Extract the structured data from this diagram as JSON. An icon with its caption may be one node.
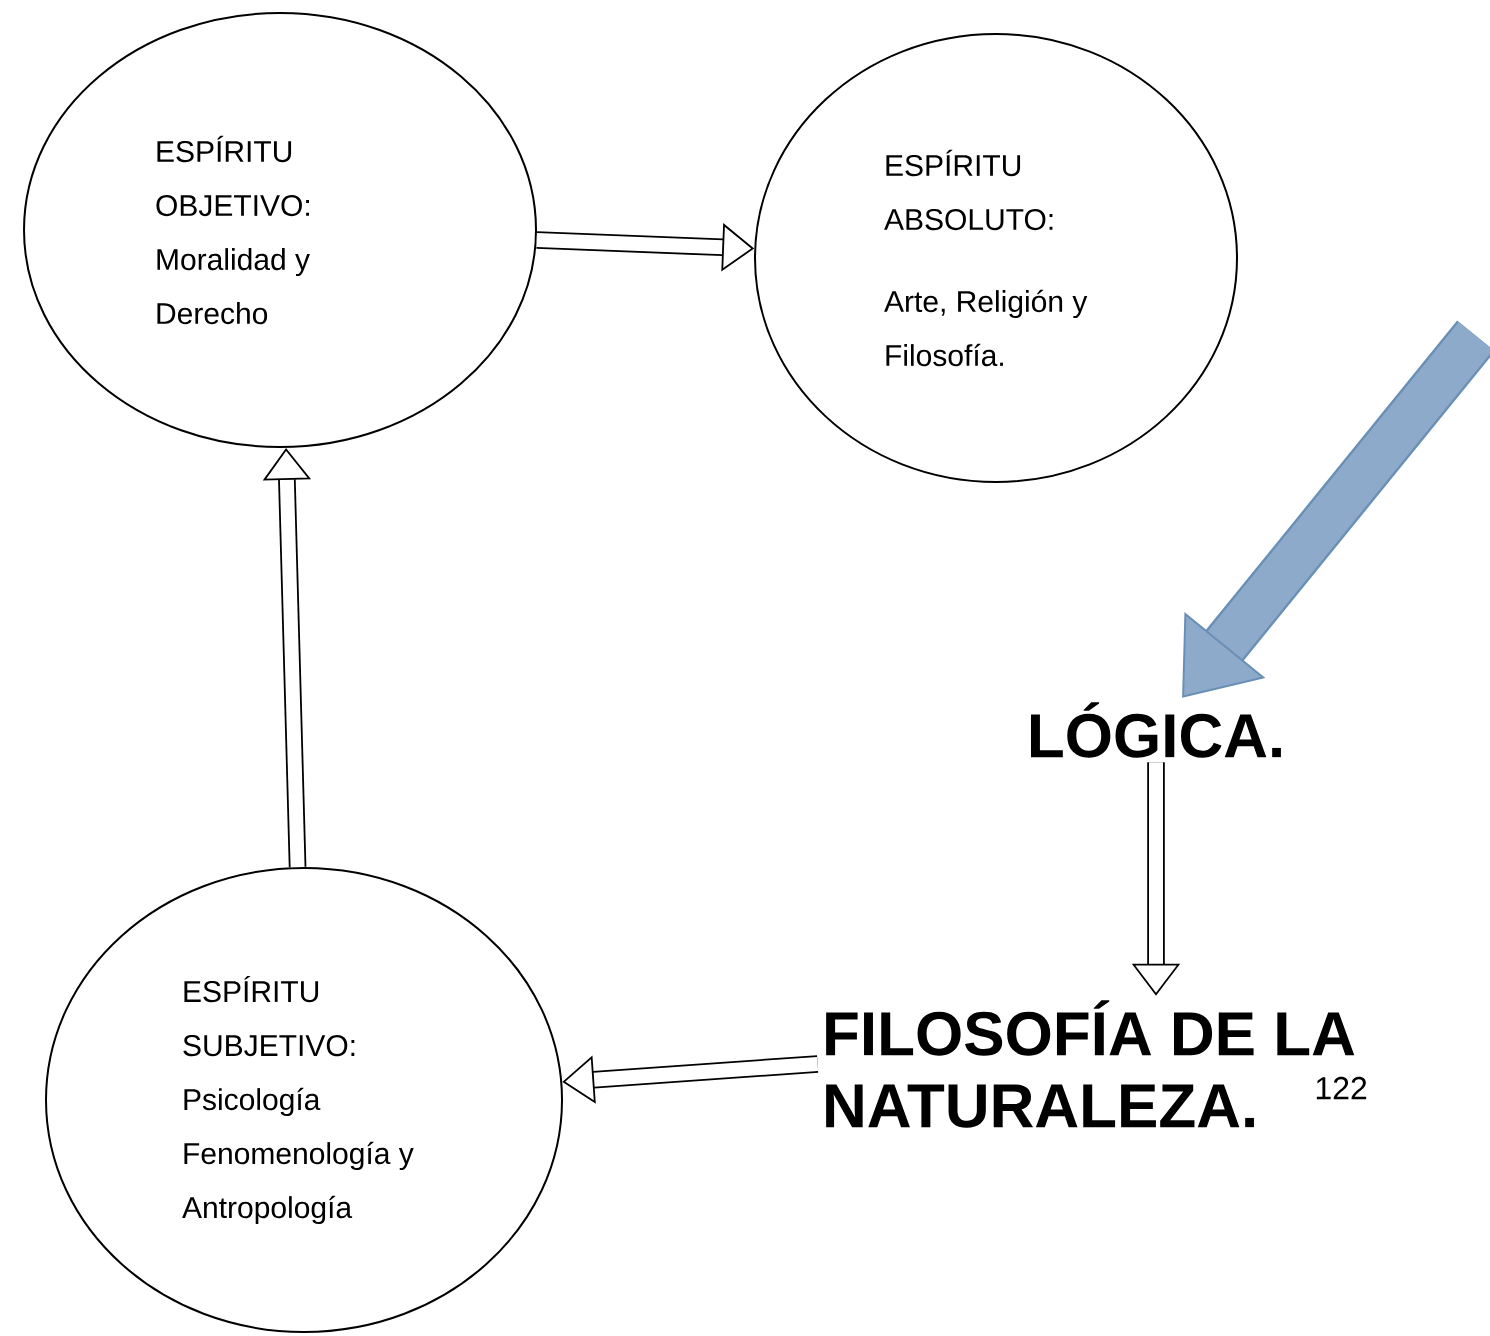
{
  "diagram": {
    "nodes": [
      {
        "text": [
          "ESPÍRITU OBJETIVO: Moralidad y Derecho"
        ]
      },
      {
        "text": [
          "ESPÍRITU ABSOLUTO:",
          "Arte, Religión y Filosofía."
        ]
      },
      {
        "text": [
          "LÓGICA."
        ]
      },
      {
        "text": [
          "FILOSOFÍA DE LA NATURALEZA."
        ],
        "beside": [
          "122"
        ]
      },
      {
        "text": [
          "ESPÍRITU SUBJETIVO: Psicología Fenomenología y Antropología"
        ]
      }
    ],
    "edges": [
      {
        "from": 0,
        "to": 1,
        "arrow": "to"
      },
      {
        "from": null,
        "to": 2,
        "arrow": "to",
        "style": "thick",
        "color": "#8eaacb"
      },
      {
        "from": 2,
        "to": 3,
        "arrow": "to"
      },
      {
        "from": 3,
        "to": 4,
        "arrow": "to"
      },
      {
        "from": 4,
        "to": 0,
        "arrow": "to"
      }
    ]
  }
}
